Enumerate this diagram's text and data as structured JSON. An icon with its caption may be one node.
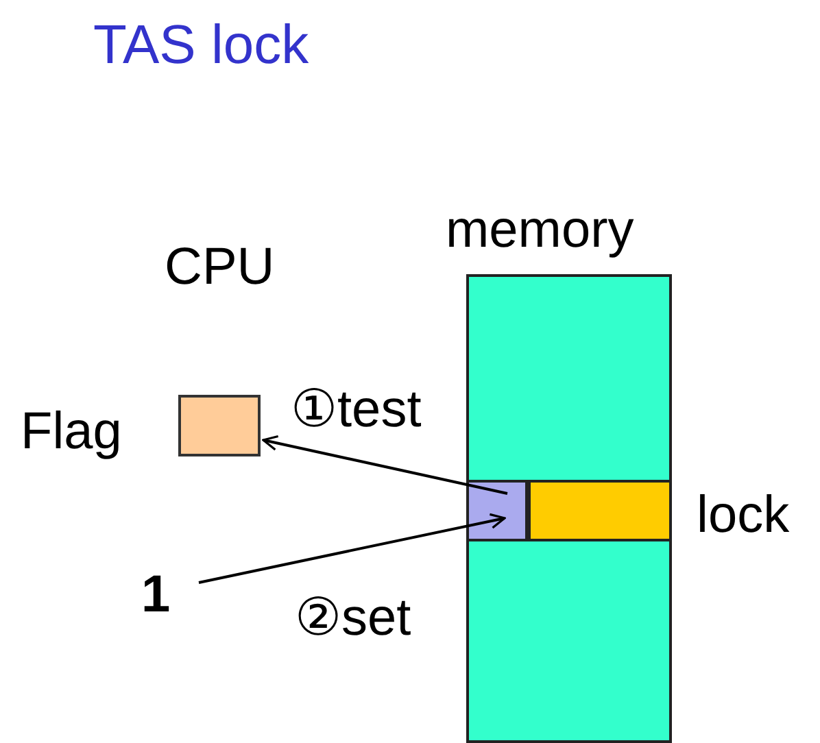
{
  "diagram": {
    "title": "TAS lock",
    "nodes": [
      {
        "text": [],
        "shape": "box",
        "beside": [
          "Flag"
        ]
      },
      {
        "text": [
          "memory"
        ]
      },
      {
        "text": [],
        "shape": "box",
        "in": 1
      },
      {
        "text": [],
        "shape": "box",
        "in": 1,
        "beside": [
          "lock"
        ]
      },
      {
        "text": [
          "1"
        ]
      }
    ],
    "edges": [
      {
        "from": 2,
        "to": 0,
        "arrow": "to",
        "label": "①test"
      },
      {
        "from": 4,
        "to": 2,
        "arrow": "to",
        "label": "②set"
      }
    ],
    "labels": [
      "CPU"
    ]
  }
}
